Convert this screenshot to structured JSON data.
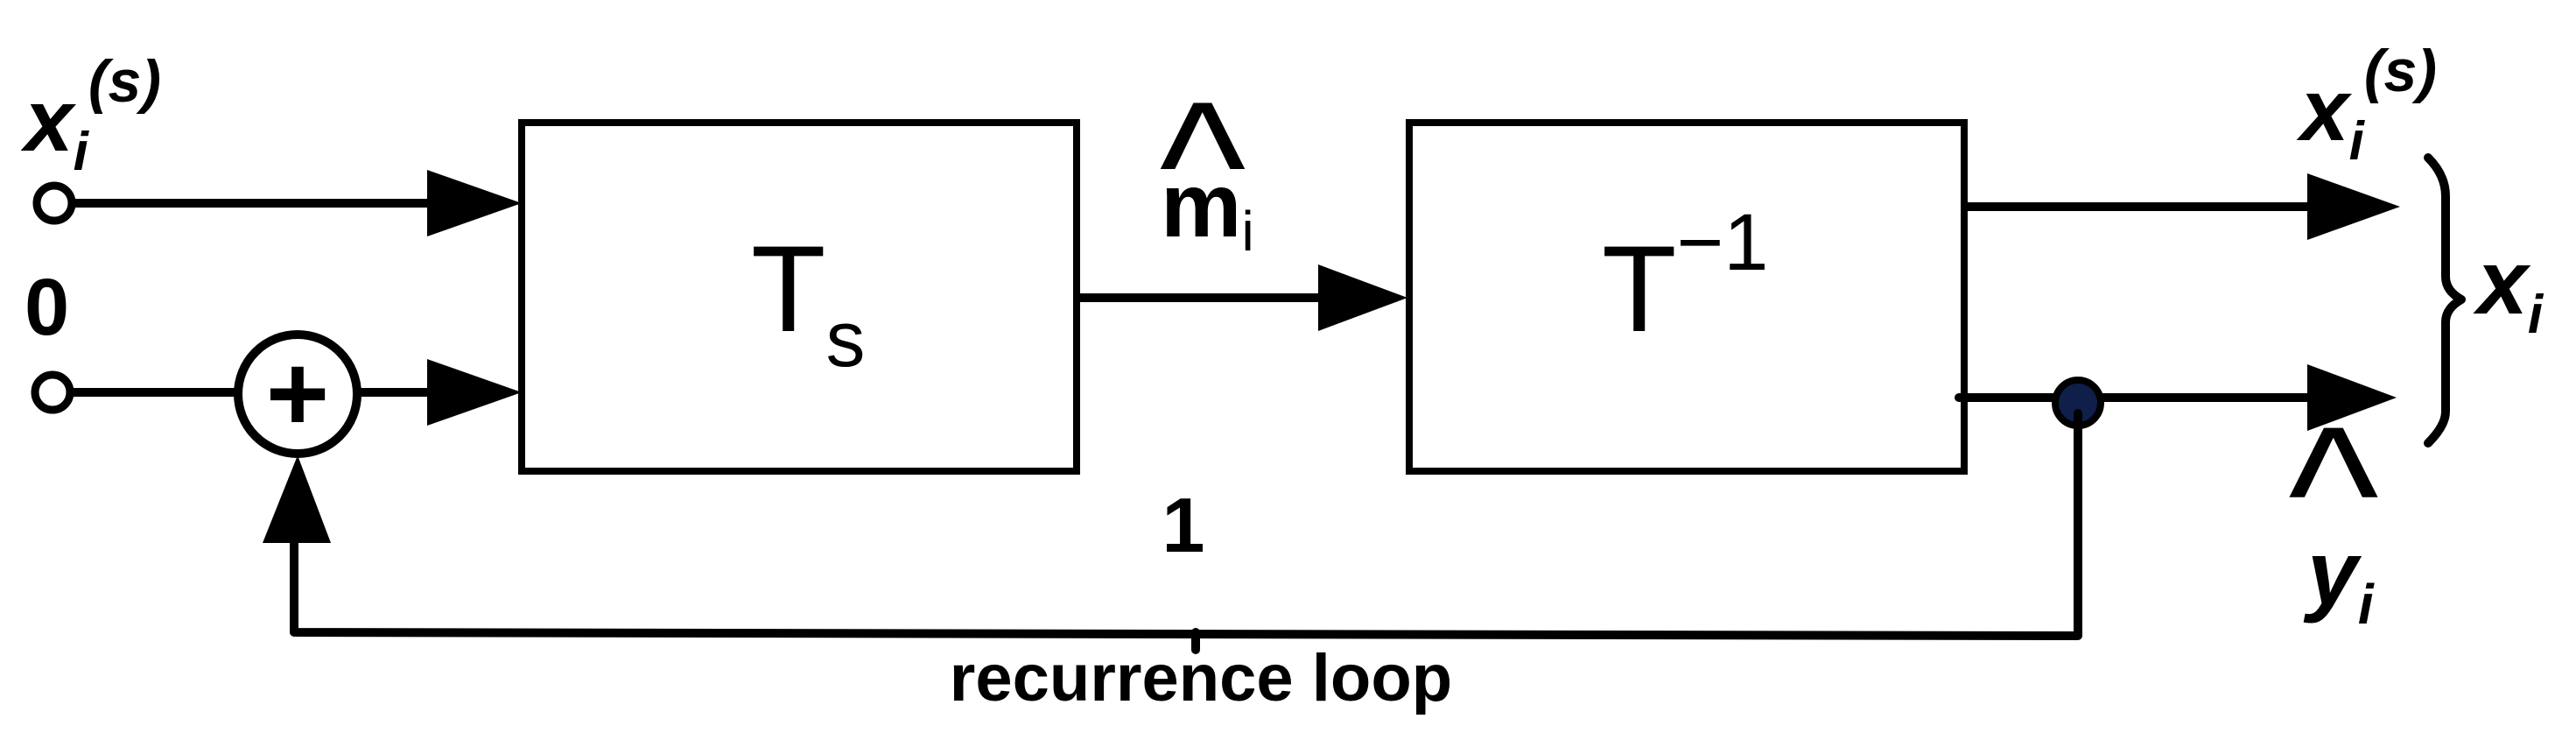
{
  "diagram": {
    "input_top": {
      "var": "x",
      "sub": "i",
      "sup": "(s)"
    },
    "input_bottom": "0",
    "block_ts": {
      "main": "T",
      "sub": "s"
    },
    "block_tinv": {
      "main": "T",
      "sup": "−1"
    },
    "mid_signal": {
      "var": "m",
      "sub": "i",
      "hat": "^"
    },
    "out_top": {
      "var": "x",
      "sub": "i",
      "sup": "(s)"
    },
    "out_bottom": {
      "var": "y",
      "sub": "i",
      "hat": "^"
    },
    "out_group": {
      "var": "x",
      "sub": "i"
    },
    "loop_index": "1",
    "loop_label": "recurrence loop",
    "adder_symbol": "+",
    "colors": {
      "stroke": "#000000",
      "node_fill": "#0f1f4a"
    }
  }
}
